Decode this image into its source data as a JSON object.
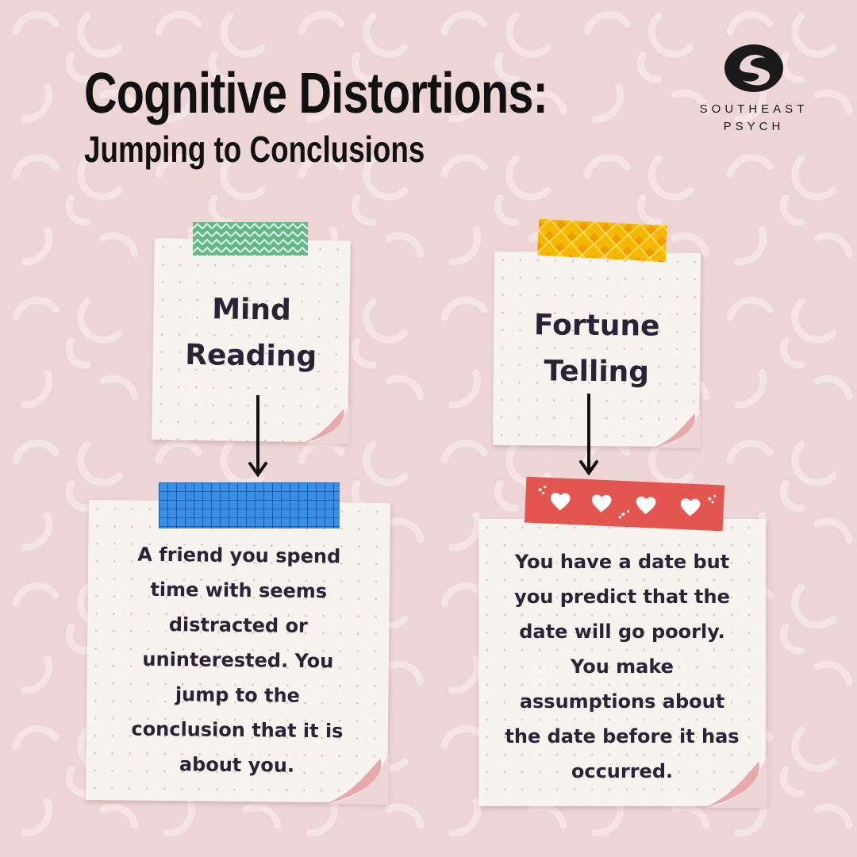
{
  "header": {
    "title": "Cognitive Distortions:",
    "subtitle": "Jumping to Conclusions"
  },
  "brand": {
    "line1": "SOUTHEAST",
    "line2": "PSYCH"
  },
  "cards": {
    "left": {
      "label_line1": "Mind",
      "label_line2": "Reading",
      "example": [
        "A friend you spend",
        "time with seems",
        "distracted or",
        "uninterested. You",
        "jump to the",
        "conclusion that it is",
        "about you."
      ]
    },
    "right": {
      "label_line1": "Fortune",
      "label_line2": "Telling",
      "example": [
        "You have a date but",
        "you predict that the",
        "date will go poorly.",
        "You make",
        "assumptions about",
        "the date before it has",
        "occurred."
      ]
    }
  },
  "colors": {
    "background": "#eed5d5",
    "paper": "#f7f4ef",
    "ink": "#2a2236",
    "tape_green": "#63b986",
    "tape_yellow": "#f5b800",
    "tape_blue": "#3b8fe3",
    "tape_red": "#e2564f",
    "curl": "#e7a9ab"
  },
  "icons": {
    "logo": "s-monogram-icon",
    "arrow": "arrow-down-icon",
    "heart": "heart-icon"
  }
}
